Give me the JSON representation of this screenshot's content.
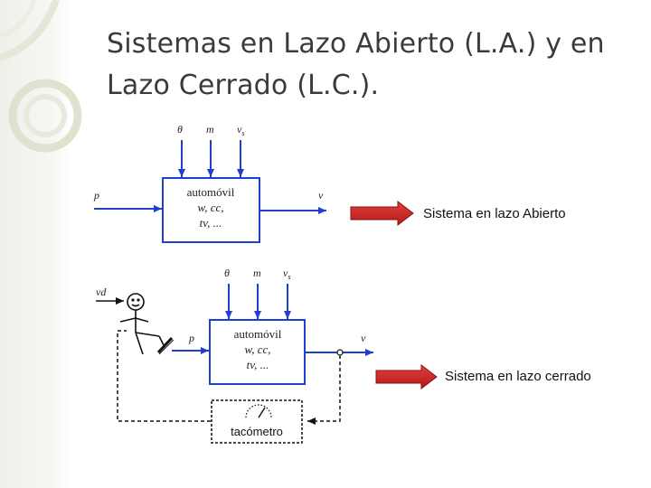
{
  "slide": {
    "title_line1": "Sistemas en Lazo Abierto (L.A.) y en",
    "title_line2": "Lazo Cerrado (L.C.)."
  },
  "diagram_open": {
    "inputs": [
      "θ",
      "m",
      "v"
    ],
    "input_subscript": "s",
    "left_input": "p",
    "output": "v",
    "block_lines": [
      "automóvil",
      "w, cc,",
      "tv, ..."
    ],
    "caption": "Sistema en lazo Abierto"
  },
  "diagram_closed": {
    "inputs": [
      "θ",
      "m",
      "v"
    ],
    "input_subscript": "s",
    "reference": "vd",
    "left_input": "p",
    "output": "v",
    "block_lines": [
      "automóvil",
      "w, cc,",
      "tv, ..."
    ],
    "sensor": "tacómetro",
    "caption": "Sistema en lazo cerrado"
  },
  "colors": {
    "signal_blue": "#1f3fcf",
    "arrow_red": "#c8201e",
    "arrow_red_edge": "#8a1010",
    "title_gray": "#3b3b3b"
  }
}
